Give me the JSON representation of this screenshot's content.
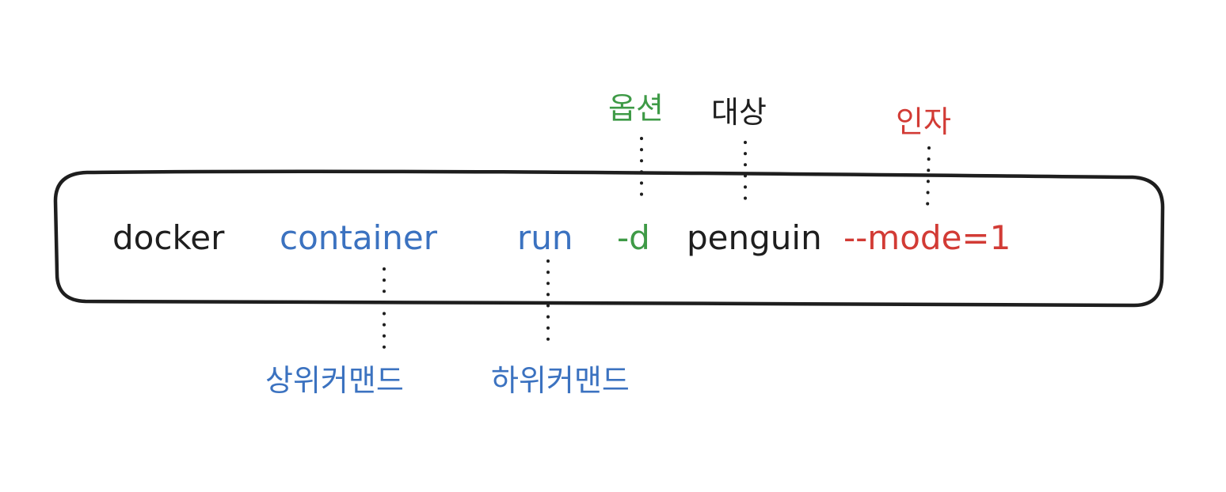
{
  "colors": {
    "black": "#1e1e1e",
    "blue": "#3b72c0",
    "green": "#3e9a46",
    "red": "#d23b35"
  },
  "command": {
    "docker": "docker",
    "container": "container",
    "run": "run",
    "option": "-d",
    "target": "penguin",
    "argument": "--mode=1"
  },
  "labels": {
    "option": "옵션",
    "target": "대상",
    "argument": "인자",
    "parent_command": "상위커맨드",
    "sub_command": "하위커맨드"
  }
}
